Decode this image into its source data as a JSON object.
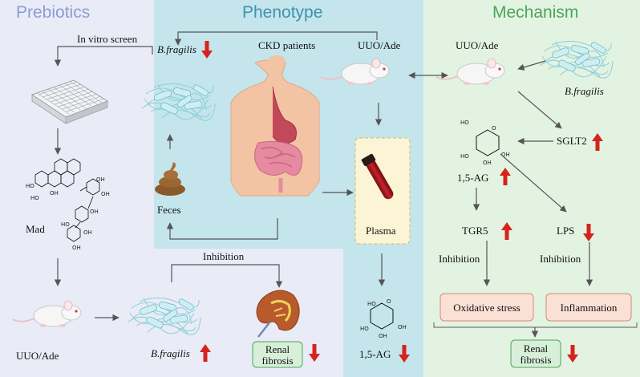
{
  "panels": {
    "prebiotics": {
      "title": "Prebiotics",
      "color": "#8d9bd4"
    },
    "phenotype": {
      "title": "Phenotype",
      "color": "#3d93ad"
    },
    "mechanism": {
      "title": "Mechanism",
      "color": "#4aa65a"
    }
  },
  "colors": {
    "prebiotics_bg": "#e9ecf7",
    "phenotype_bg": "#c4e5ec",
    "mechanism_bg": "#e3f3e1",
    "up_arrow": "#d6231d",
    "down_arrow": "#d6231d",
    "box_fill": "#fbe0d5",
    "renal_box_fill": "#d7efd9",
    "plasma_box_fill": "#fbf5d6"
  },
  "labels": {
    "in_vitro_screen": "In vitro screen",
    "bfragilis_top": "B.fragilis",
    "ckd_patients": "CKD patients",
    "uuo_ade_top": "UUO/Ade",
    "uuo_ade_mech": "UUO/Ade",
    "bfragilis_mech": "B.fragilis",
    "sglt2": "SGLT2",
    "one_five_ag_mech": "1,5-AG",
    "tgr5": "TGR5",
    "lps": "LPS",
    "inhibition_left": "Inhibition",
    "inhibition_right": "Inhibition",
    "oxidative_stress": "Oxidative stress",
    "inflammation": "Inflammation",
    "renal_fibrosis_mech": [
      "Renal",
      "fibrosis"
    ],
    "feces": "Feces",
    "plasma": "Plasma",
    "one_five_ag_plasma": "1,5-AG",
    "mad": "Mad",
    "uuo_ade_bottom": "UUO/Ade",
    "bfragilis_bottom": "B.fragilis",
    "inhibition_bottom": "Inhibition",
    "renal_fibrosis_bottom": [
      "Renal",
      "fibrosis"
    ]
  },
  "molecule_atoms": {
    "ho": "HO",
    "oh": "OH",
    "o": "O"
  },
  "icons": [
    "mouse-icon",
    "bacteria-icon",
    "well-plate-icon",
    "human-gut-icon",
    "feces-icon",
    "blood-tube-icon",
    "kidney-icon",
    "molecule-icon"
  ]
}
